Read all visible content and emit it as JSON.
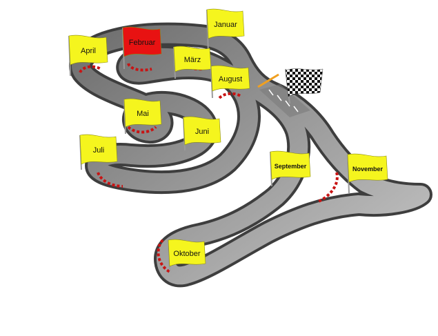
{
  "flags": [
    {
      "id": "januar",
      "label": "Januar",
      "color": "#f5f51e"
    },
    {
      "id": "februar",
      "label": "Februar",
      "color": "#e81212"
    },
    {
      "id": "maerz",
      "label": "März",
      "color": "#f5f51e"
    },
    {
      "id": "april",
      "label": "April",
      "color": "#f5f51e"
    },
    {
      "id": "august",
      "label": "August",
      "color": "#f5f51e"
    },
    {
      "id": "mai",
      "label": "Mai",
      "color": "#f5f51e"
    },
    {
      "id": "juni",
      "label": "Juni",
      "color": "#f5f51e"
    },
    {
      "id": "juli",
      "label": "Juli",
      "color": "#f5f51e"
    },
    {
      "id": "september",
      "label": "September",
      "color": "#f5f51e"
    },
    {
      "id": "november",
      "label": "November",
      "color": "#f5f51e"
    },
    {
      "id": "oktober",
      "label": "Oktober",
      "color": "#f5f51e"
    }
  ],
  "colors": {
    "track": "#8a8a8a",
    "track_edge": "#3e3e3e",
    "curb_red": "#c81414",
    "flag_pole": "#9a9a9a",
    "finish_pole": "#f0a020"
  }
}
